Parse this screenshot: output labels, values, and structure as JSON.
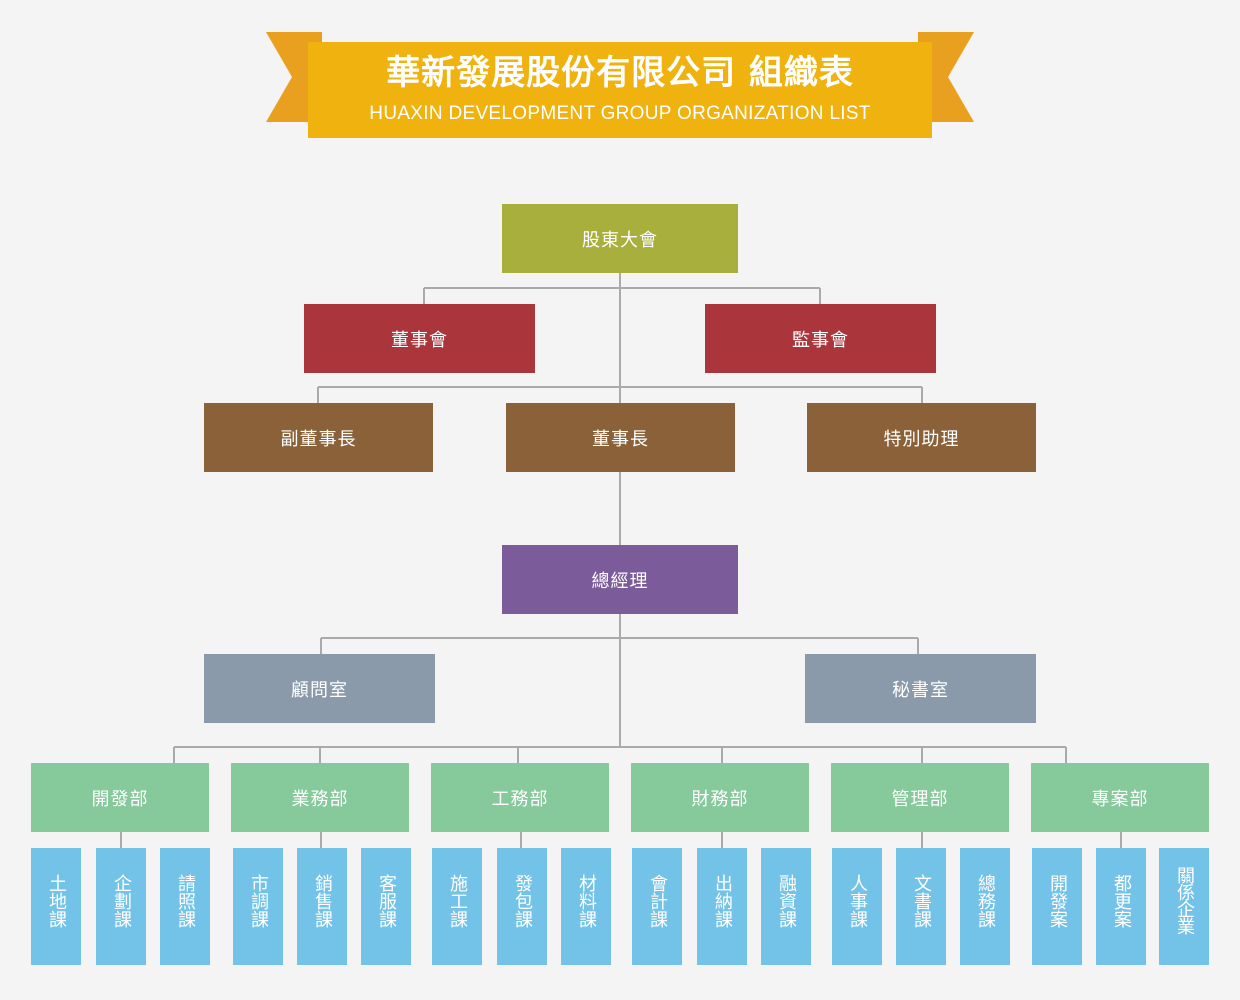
{
  "header": {
    "title_zh": "華新發展股份有限公司 組織表",
    "title_en": "HUAXIN DEVELOPMENT GROUP ORGANIZATION LIST"
  },
  "colors": {
    "banner": "#f0b20f",
    "banner_ribbon": "#e9a01e",
    "shareholders": "#a8af3c",
    "boards": "#aa363b",
    "executives": "#8a6139",
    "general_manager": "#7b5b99",
    "offices": "#8a9aab",
    "departments": "#86c99b",
    "sections": "#73c3e8",
    "connector": "#aaaaaa"
  },
  "org": {
    "shareholders": "股東大會",
    "board_of_directors": "董事會",
    "supervisors": "監事會",
    "vice_chairman": "副董事長",
    "chairman": "董事長",
    "special_assistant": "特別助理",
    "general_manager": "總經理",
    "advisory_office": "顧問室",
    "secretariat": "秘書室",
    "departments": [
      {
        "name": "開發部",
        "sections": [
          "土地課",
          "企劃課",
          "請照課"
        ]
      },
      {
        "name": "業務部",
        "sections": [
          "市調課",
          "銷售課",
          "客服課"
        ]
      },
      {
        "name": "工務部",
        "sections": [
          "施工課",
          "發包課",
          "材料課"
        ]
      },
      {
        "name": "財務部",
        "sections": [
          "會計課",
          "出納課",
          "融資課"
        ]
      },
      {
        "name": "管理部",
        "sections": [
          "人事課",
          "文書課",
          "總務課"
        ]
      },
      {
        "name": "專案部",
        "sections": [
          "開發案",
          "都更案",
          "關係企業"
        ]
      }
    ]
  }
}
